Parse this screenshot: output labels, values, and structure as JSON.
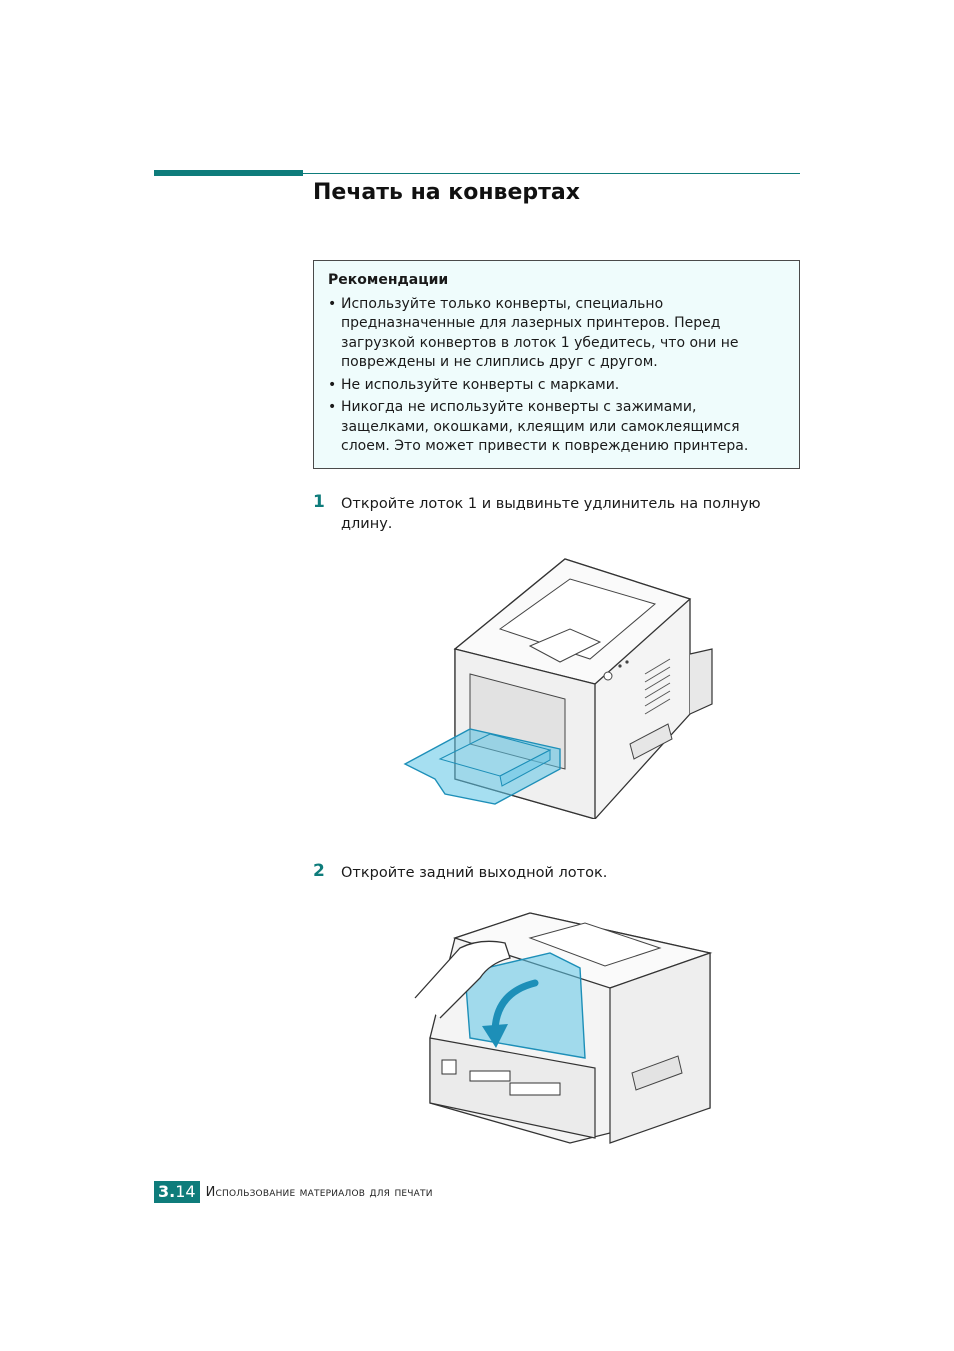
{
  "section": {
    "title": "Печать на конвертах"
  },
  "tips": {
    "heading": "Рекомендации",
    "items": [
      "Используйте только конверты, специально предназначенные для лазерных принтеров. Перед загрузкой конвертов в лоток 1 убедитесь, что они не повреждены и не слиплись друг с другом.",
      "Не используйте конверты с марками.",
      "Никогда не используйте конверты с зажимами, защелками, окошками, клеящим или самоклеящимся слоем. Это может привести к повреждению принтера."
    ]
  },
  "steps": [
    {
      "number": "1",
      "text": "Откройте лоток 1 и выдвиньте удлинитель на полную длину."
    },
    {
      "number": "2",
      "text": "Откройте задний выходной лоток."
    }
  ],
  "footer": {
    "chapter": "3.",
    "page": "14",
    "text": "Использование материалов для печати"
  },
  "colors": {
    "accent": "#0e7c7b",
    "tip_background": "#effcfc",
    "tray_blue": "#5cc4e6"
  }
}
